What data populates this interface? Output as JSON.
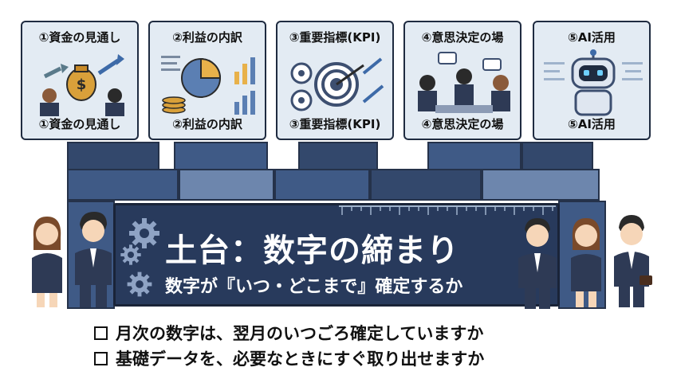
{
  "cards": [
    {
      "title": "①資金の見通し",
      "label": "①資金の見通し",
      "icon": "money-bag-icon"
    },
    {
      "title": "②利益の内訳",
      "label": "②利益の内訳",
      "icon": "pie-chart-icon"
    },
    {
      "title": "③重要指標(KPI)",
      "label": "③重要指標(KPI)",
      "icon": "target-icon"
    },
    {
      "title": "④意思決定の場",
      "label": "④意思決定の場",
      "icon": "meeting-icon"
    },
    {
      "title": "⑤AI活用",
      "label": "⑤AI活用",
      "icon": "robot-icon"
    }
  ],
  "foundation": {
    "title": "土台：数字の締まり",
    "subtitle": "数字が『いつ・どこまで』確定するか"
  },
  "questions": [
    "月次の数字は、翌月のいつごろ確定していますか",
    "基礎データを、必要なときにすぐ取り出せますか"
  ],
  "colors": {
    "card_bg": "#e3ebf3",
    "block": "#3f5a86",
    "board": "#283a5c",
    "text": "#111111"
  }
}
